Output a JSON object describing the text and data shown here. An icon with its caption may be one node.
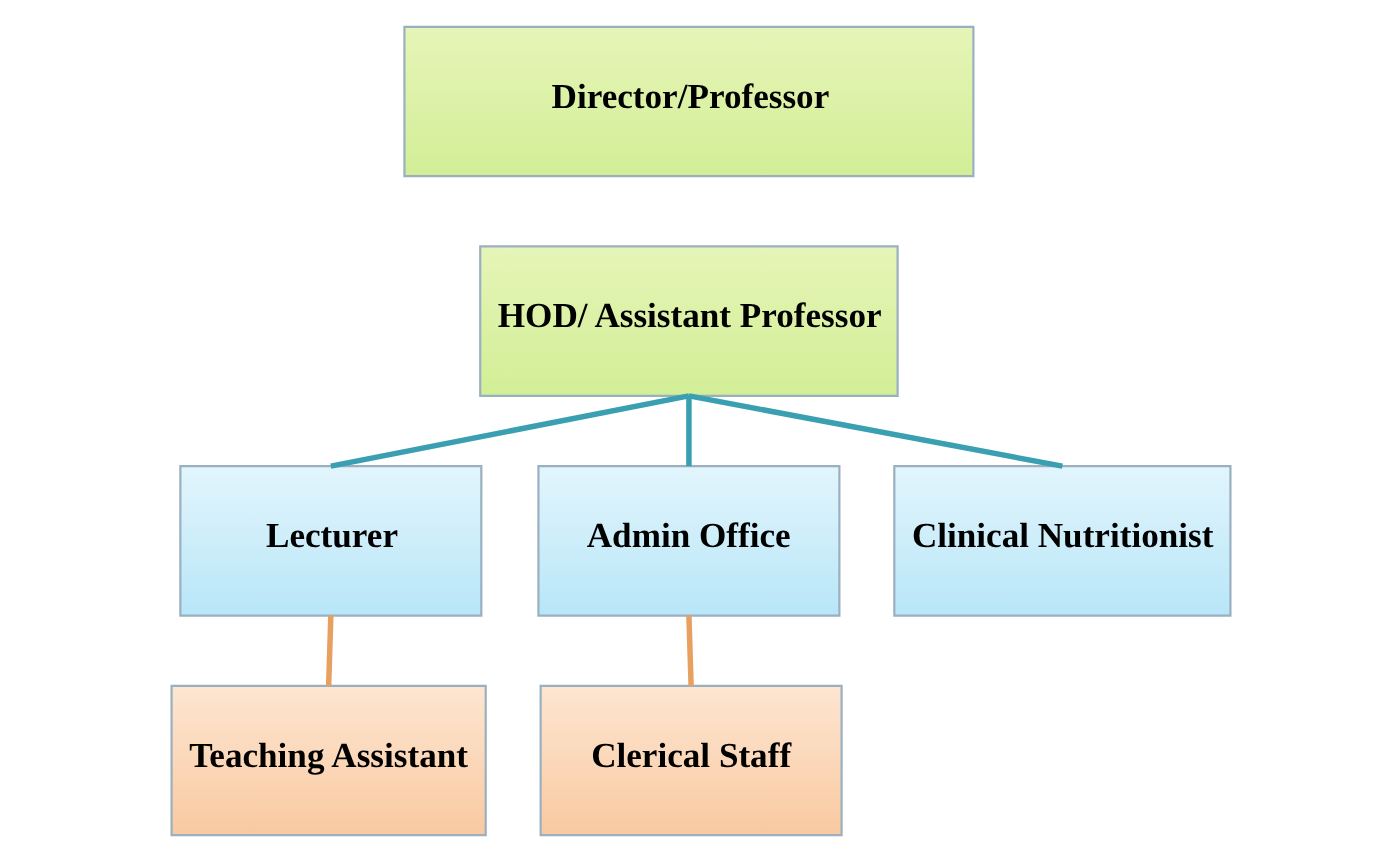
{
  "diagram": {
    "nodes": [
      {
        "text": [
          "Director/Professor"
        ]
      },
      {
        "text": [
          "HOD/ Assistant Professor"
        ]
      },
      {
        "text": [
          "Lecturer"
        ]
      },
      {
        "text": [
          "Admin Office"
        ]
      },
      {
        "text": [
          "Clinical Nutritionist"
        ]
      },
      {
        "text": [
          "Teaching Assistant"
        ]
      },
      {
        "text": [
          "Clerical Staff"
        ]
      }
    ],
    "edges": [
      {
        "from": 1,
        "to": 2,
        "arrow": "none"
      },
      {
        "from": 1,
        "to": 3,
        "arrow": "none"
      },
      {
        "from": 1,
        "to": 4,
        "arrow": "none"
      },
      {
        "from": 2,
        "to": 5,
        "arrow": "none",
        "color": "#e8a060"
      },
      {
        "from": 3,
        "to": 6,
        "arrow": "none",
        "color": "#e8a060"
      }
    ]
  }
}
